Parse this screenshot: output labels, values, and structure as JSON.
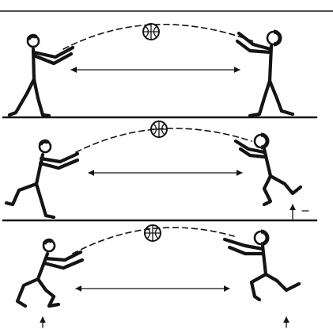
{
  "figure": {
    "panels": [
      {
        "id": "panel-1",
        "description_type": "two-hand chest pass between two standing players",
        "left_player_pose": "standing",
        "right_player_pose": "standing",
        "ground_arrows": []
      },
      {
        "id": "panel-2",
        "description_type": "pass with lunging receiver",
        "left_player_pose": "lunge",
        "right_player_pose": "crouch-step",
        "ground_arrows": [
          "right"
        ]
      },
      {
        "id": "panel-3",
        "description_type": "pass while jumping",
        "left_player_pose": "jump",
        "right_player_pose": "jump",
        "ground_arrows": [
          "left",
          "right"
        ]
      }
    ],
    "icons": {
      "ball": "basketball-icon",
      "distance": "double-arrow-icon",
      "direction": "up-arrow-icon"
    },
    "colors": {
      "ink": "#141414",
      "background": "#ffffff"
    }
  }
}
